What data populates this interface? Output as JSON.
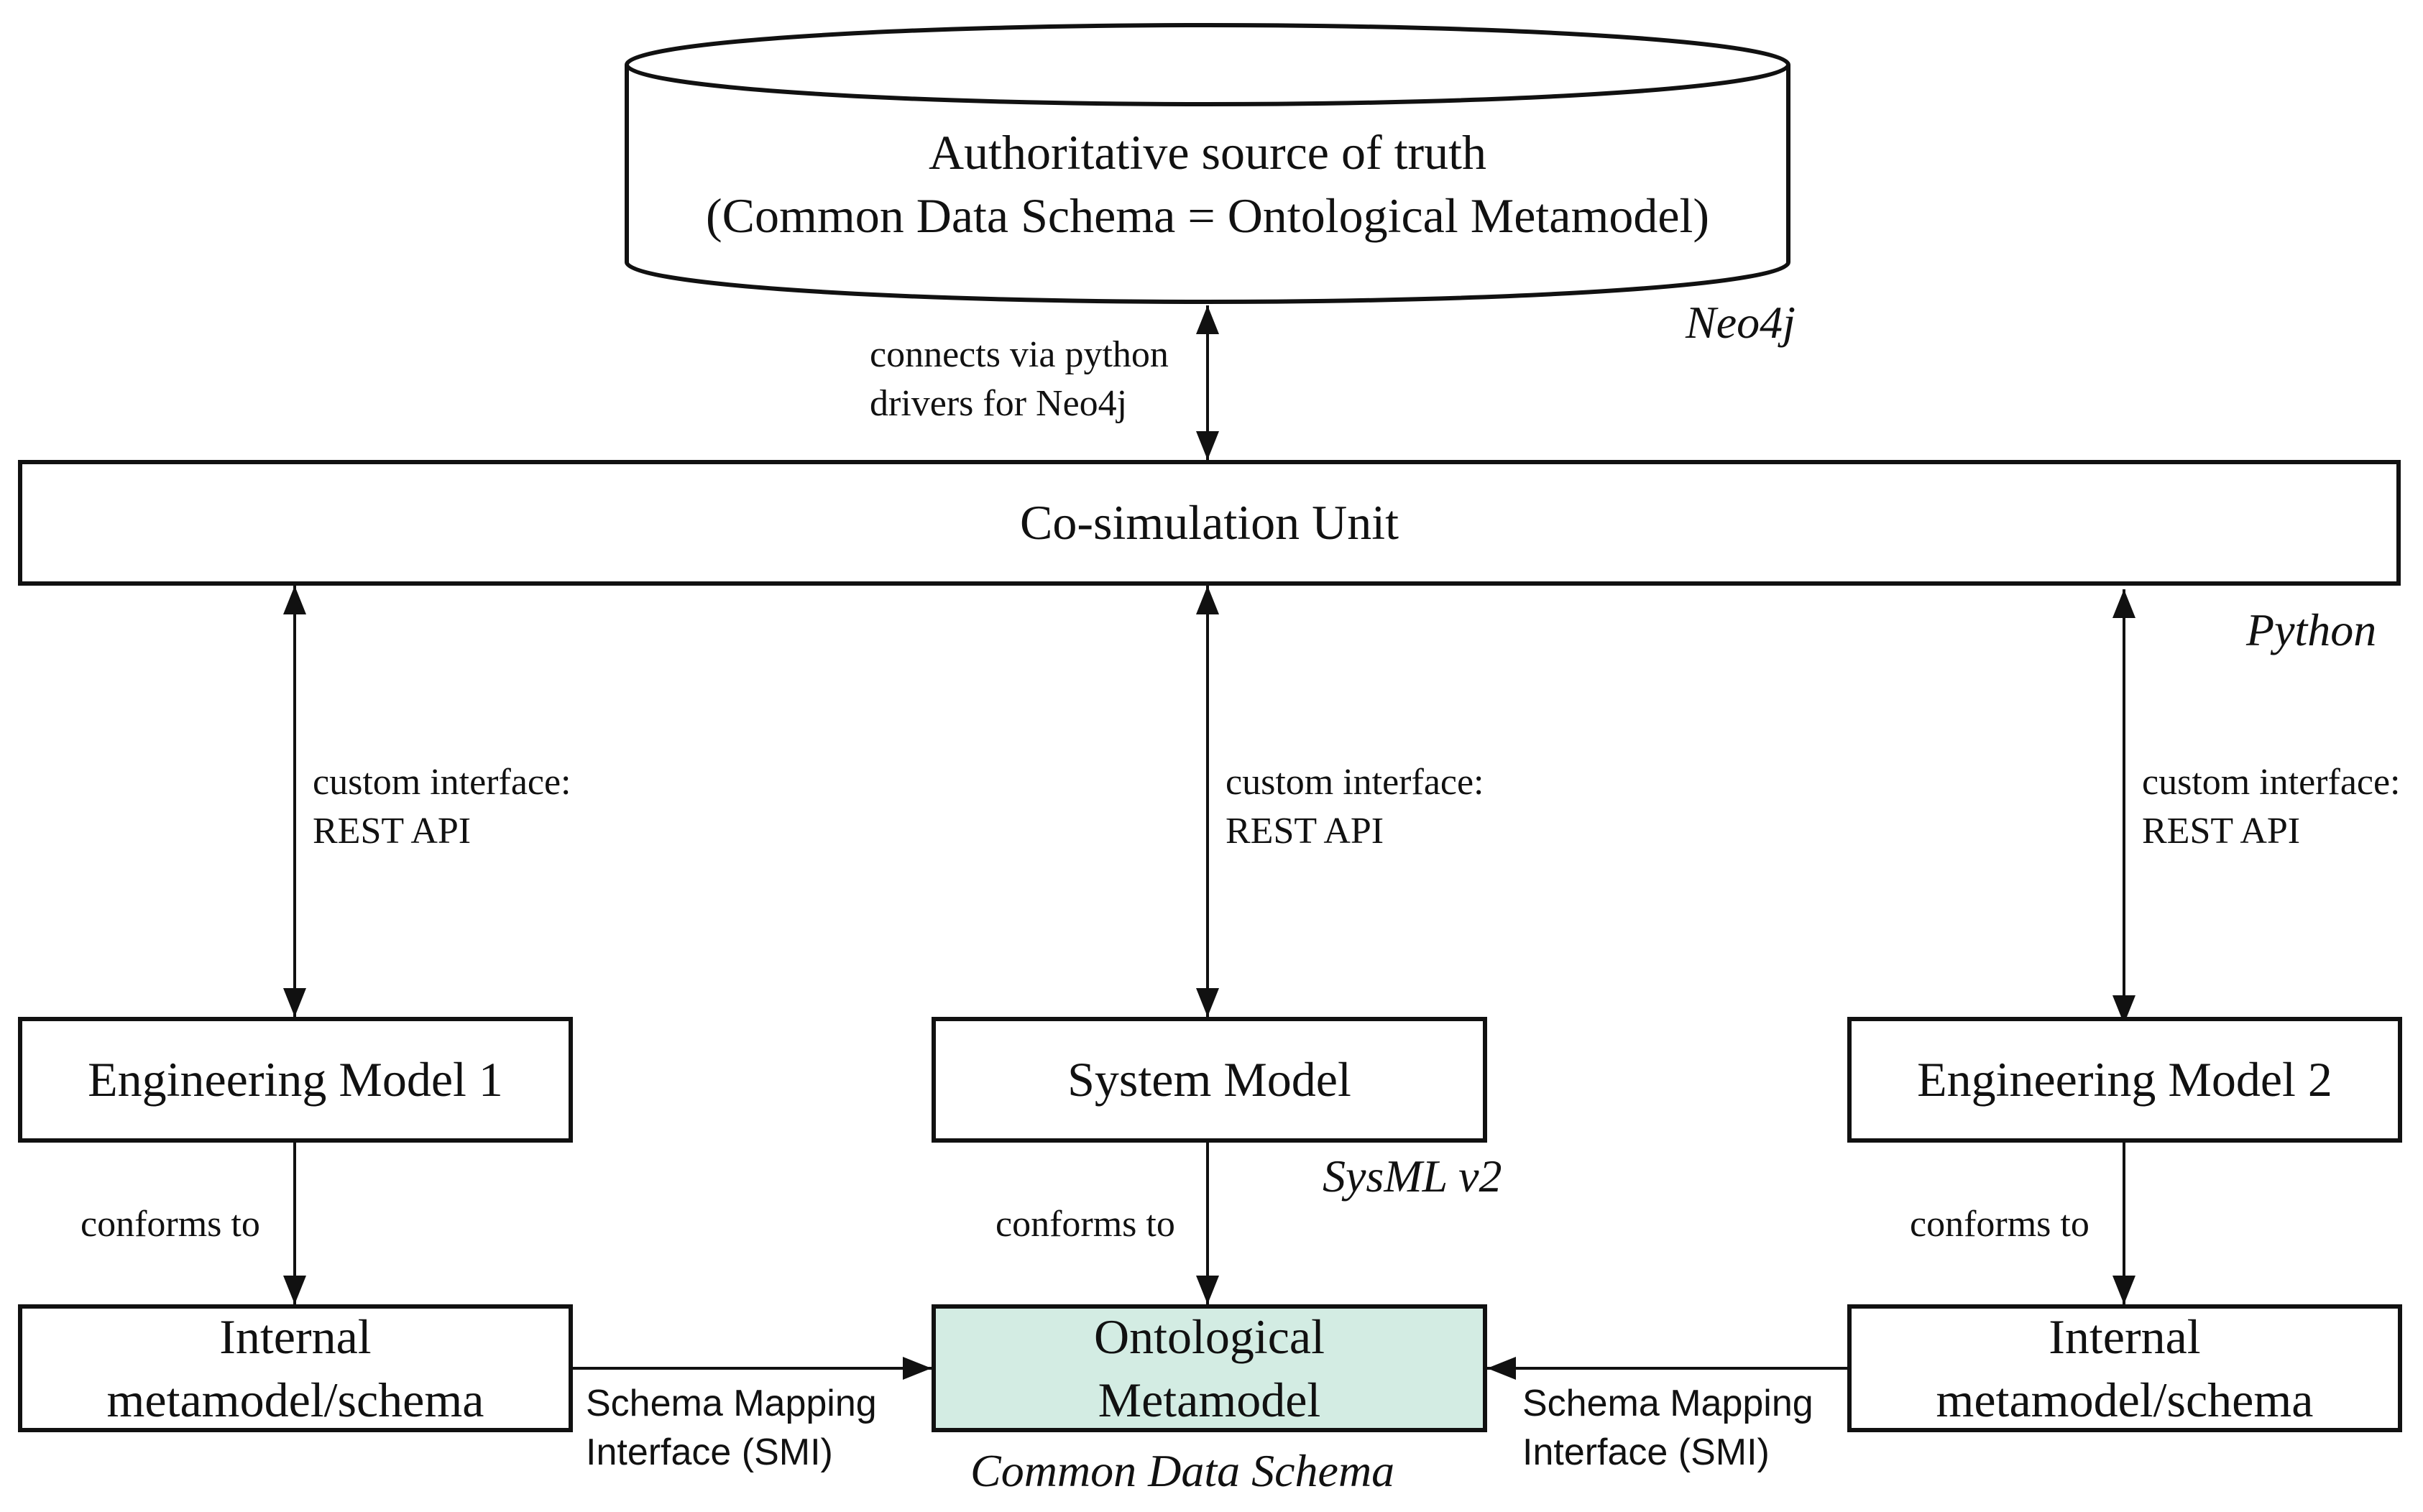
{
  "database": {
    "line1": "Authoritative source of truth",
    "line2": "(Common Data Schema = Ontological Metamodel)",
    "tech": "Neo4j"
  },
  "cosim": {
    "label": "Co-simulation Unit",
    "tech": "Python",
    "db_connection_line1": "connects via python",
    "db_connection_line2": "drivers for Neo4j"
  },
  "interfaces": {
    "left_line1": "custom interface:",
    "left_line2": "REST API",
    "center_line1": "custom interface:",
    "center_line2": "REST API",
    "right_line1": "custom interface:",
    "right_line2": "REST API"
  },
  "models": {
    "left": "Engineering Model 1",
    "center": "System Model",
    "center_tech": "SysML v2",
    "right": "Engineering Model 2"
  },
  "conforms": {
    "left": "conforms to",
    "center": "conforms to",
    "right": "conforms to"
  },
  "metamodels": {
    "left_line1": "Internal",
    "left_line2": "metamodel/schema",
    "center_line1": "Ontological",
    "center_line2": "Metamodel",
    "center_caption": "Common Data Schema",
    "right_line1": "Internal",
    "right_line2": "metamodel/schema"
  },
  "smi": {
    "left_line1": "Schema Mapping",
    "left_line2": "Interface (SMI)",
    "right_line1": "Schema Mapping",
    "right_line2": "Interface (SMI)"
  },
  "colors": {
    "ontology_fill": "#d3ece3",
    "stroke": "#111111"
  }
}
